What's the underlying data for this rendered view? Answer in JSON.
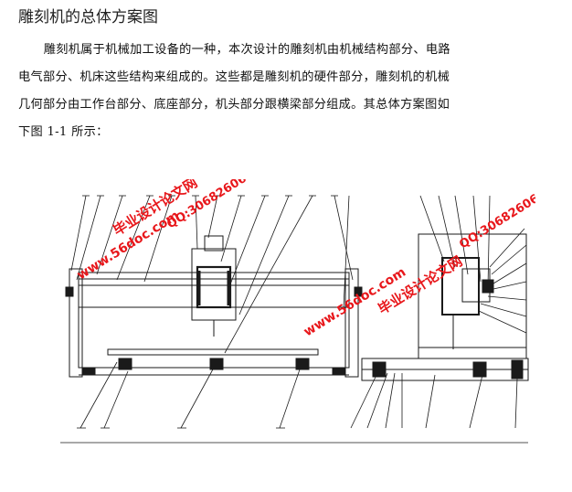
{
  "heading": "雕刻机的总体方案图",
  "paragraph_lines": [
    "雕刻机属于机械加工设备的一种，本次设计的雕刻机由机械结构部分、电路",
    "电气部分、机床这些结构来组成的。这些都是雕刻机的硬件部分，雕刻机的机械",
    "几何部分由工作台部分、底座部分，机头部分跟横梁部分组成。其总体方案图如",
    "下图 1-1 所示："
  ],
  "watermarks": {
    "site": "www.56doc.com",
    "name": "毕业设计论文网",
    "qq": "QQ:306826066",
    "color": "#e8171b"
  },
  "colors": {
    "line": "#1a1a1a",
    "text": "#111111"
  }
}
